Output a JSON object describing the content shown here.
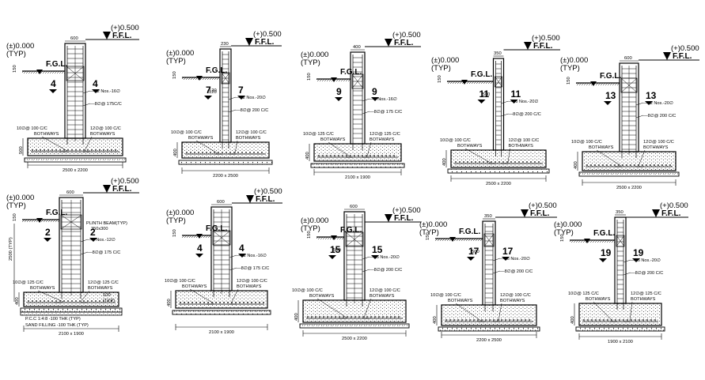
{
  "drawing": {
    "footings": [
      {
        "id": "F4",
        "sec": "4",
        "pos": "top-left",
        "ffl_level": "(+)0.500",
        "ffl_label": "F.F.L.",
        "fgl_level": "(±)0.000",
        "fgl_sub": "(TYP)",
        "fgl_label": "F.G.L.",
        "col_width": "600",
        "col_bars": "12 Nos.-16∅",
        "ties": "8∅@ 175C/C",
        "base_left": "10∅@ 100 C/C",
        "base_left2": "BOTHWAYS",
        "base_right": "12∅@ 100 C/C",
        "base_right2": "BOTHWAYS",
        "footing_size": "2500 x 2200",
        "depth": "500",
        "extras": [
          "150"
        ]
      },
      {
        "id": "F7",
        "sec": "7",
        "pos": "top-2",
        "ffl_level": "(+)0.500",
        "ffl_label": "F.F.L.",
        "fgl_level": "(±)0.000",
        "fgl_sub": "(TYP)",
        "fgl_label": "F.G.L.",
        "col_width": "230",
        "col_bars": "12 Nos.-20∅",
        "ties": "8∅@ 200 C/C",
        "base_left": "10∅@ 100 C/C",
        "base_left2": "BOTHWAYS",
        "base_right": "12∅@ 100 C/C",
        "base_right2": "BOTHWAYS",
        "footing_size": "2200 x 2500",
        "depth": "400",
        "extras": [
          "150",
          "120"
        ]
      },
      {
        "id": "F9",
        "sec": "9",
        "pos": "top-3",
        "ffl_level": "(+)0.500",
        "ffl_label": "F.F.L.",
        "fgl_level": "(±)0.000",
        "fgl_sub": "(TYP)",
        "fgl_label": "F.G.L.",
        "col_width": "400",
        "col_bars": "8 Nos.-16∅",
        "ties": "8∅@ 175 C/C",
        "base_left": "10∅@ 125 C/C",
        "base_left2": "BOTHWAYS",
        "base_right": "12∅@ 125 C/C",
        "base_right2": "BOTHWAYS",
        "footing_size": "2100 x 1900",
        "depth": "400",
        "extras": [
          "150"
        ]
      },
      {
        "id": "F11",
        "sec": "11",
        "pos": "top-4",
        "ffl_level": "(+)0.500",
        "ffl_label": "F.F.L.",
        "fgl_level": "(±)0.000",
        "fgl_sub": "(TYP)",
        "fgl_label": "F.G.L.",
        "col_width": "350",
        "col_bars": "16 Nos.-20∅",
        "ties": "8∅@ 200 C/C",
        "base_left": "10∅@ 100 C/C",
        "base_left2": "BOTHWAYS",
        "base_right": "12∅@ 100 C/C",
        "base_right2": "BOTHWAYS",
        "footing_size": "2500 x 2200",
        "depth": "400",
        "extras": [
          "150",
          "500"
        ]
      },
      {
        "id": "F13",
        "sec": "13",
        "pos": "top-5",
        "ffl_level": "(+)0.500",
        "ffl_label": "F.F.L.",
        "fgl_level": "(±)0.000",
        "fgl_sub": "(TYP)",
        "fgl_label": "F.G.L.",
        "col_width": "600",
        "col_bars": "12 Nos.-20∅",
        "ties": "8∅@ 200 C/C",
        "base_left": "10∅@ 100 C/C",
        "base_left2": "BOTHWAYS",
        "base_right": "12∅@ 100 C/C",
        "base_right2": "BOTHWAYS",
        "footing_size": "2500 x 2200",
        "depth": "400",
        "extras": [
          "150"
        ]
      },
      {
        "id": "F2",
        "sec": "2",
        "pos": "bottom-left",
        "ffl_level": "(+)0.500",
        "ffl_label": "F.F.L.",
        "fgl_level": "(±)0.000",
        "fgl_sub": "(TYP)",
        "fgl_label": "F.G.L.",
        "col_width": "600",
        "col_bars": "8 Nos.-12∅",
        "ties": "8∅@ 175 C/C",
        "base_left": "10∅@ 125 C/C",
        "base_left2": "BOTHWAYS",
        "base_right": "12∅@ 125 C/C",
        "base_right2": "BOTHWAYS",
        "footing_size": "2100 x 1900",
        "depth": "400",
        "extras": [
          "150",
          "PLINTH BEAM(TYP)",
          "350x300",
          "2500 (TYP)",
          "100",
          "(TYP)",
          "P.C.C 1:4:8 -100 THK (TYP)",
          "SAND FILLING -100 THK (TYP)"
        ]
      },
      {
        "id": "F4b",
        "sec": "4",
        "pos": "bottom-2",
        "ffl_level": "(+)0.500",
        "ffl_label": "F.F.L.",
        "fgl_level": "(±)0.000",
        "fgl_sub": "(TYP)",
        "fgl_label": "F.G.L.",
        "col_width": "600",
        "col_bars": "12 Nos.-16∅",
        "ties": "8∅@ 175 C/C",
        "base_left": "10∅@ 100 C/C",
        "base_left2": "BOTHWAYS",
        "base_right": "12∅@ 100 C/C",
        "base_right2": "BOTHWAYS",
        "footing_size": "2100 x 1900",
        "depth": "400",
        "extras": [
          "150"
        ]
      },
      {
        "id": "F15",
        "sec": "15",
        "pos": "bottom-3",
        "ffl_level": "(+)0.500",
        "ffl_label": "F.F.L.",
        "fgl_level": "(±)0.000",
        "fgl_sub": "(TYP)",
        "fgl_label": "F.G.L.",
        "col_width": "600",
        "col_bars": "16 Nos.-20∅",
        "ties": "8∅@ 200 C/C",
        "base_left": "10∅@ 100 C/C",
        "base_left2": "BOTHWAYS",
        "base_right": "12∅@ 100 C/C",
        "base_right2": "BOTHWAYS",
        "footing_size": "2500 x 2200",
        "depth": "400",
        "extras": [
          "150",
          "500"
        ]
      },
      {
        "id": "F17",
        "sec": "17",
        "pos": "bottom-4",
        "ffl_level": "(+)0.500",
        "ffl_label": "F.F.L.",
        "fgl_level": "(±)0.000",
        "fgl_sub": "(TYP)",
        "fgl_label": "F.G.L.",
        "col_width": "350",
        "col_bars": "16 Nos.-20∅",
        "ties": "8∅@ 200 C/C",
        "base_left": "10∅@ 100 C/C",
        "base_left2": "BOTHWAYS",
        "base_right": "12∅@ 100 C/C",
        "base_right2": "BOTHWAYS",
        "footing_size": "2200 x 2500",
        "depth": "400",
        "extras": [
          "150",
          "500"
        ]
      },
      {
        "id": "F19",
        "sec": "19",
        "pos": "bottom-5",
        "ffl_level": "(+)0.500",
        "ffl_label": "F.F.L.",
        "fgl_level": "(±)0.000",
        "fgl_sub": "(TYP)",
        "fgl_label": "F.G.L.",
        "col_width": "350",
        "col_bars": "16 Nos.-20∅",
        "ties": "8∅@ 200 C/C",
        "base_left": "10∅@ 125 C/C",
        "base_left2": "BOTHWAYS",
        "base_right": "12∅@ 125 C/C",
        "base_right2": "BOTHWAYS",
        "footing_size": "1900 x 2100",
        "depth": "400",
        "extras": [
          "150"
        ]
      }
    ]
  }
}
